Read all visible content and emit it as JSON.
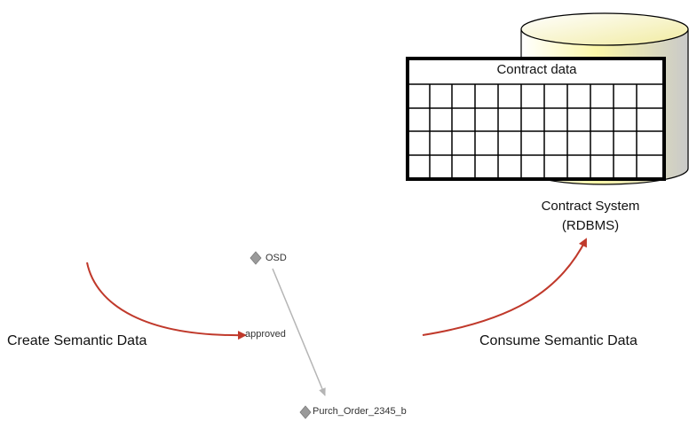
{
  "nodes": {
    "database": {
      "table_title": "Contract data",
      "system_label_line1": "Contract System",
      "system_label_line2": "(RDBMS)"
    },
    "graph": {
      "source_node": "OSD",
      "edge_label": "approved",
      "target_node": "Purch_Order_2345_b"
    }
  },
  "flows": {
    "create_label": "Create Semantic Data",
    "consume_label": "Consume Semantic Data"
  },
  "colors": {
    "arrow": "#c0392b",
    "cylinder_fill": "#fbf7a8",
    "cylinder_shade": "#d8d8d8",
    "table_border": "#000000",
    "node_gray": "#9a9a9a"
  }
}
